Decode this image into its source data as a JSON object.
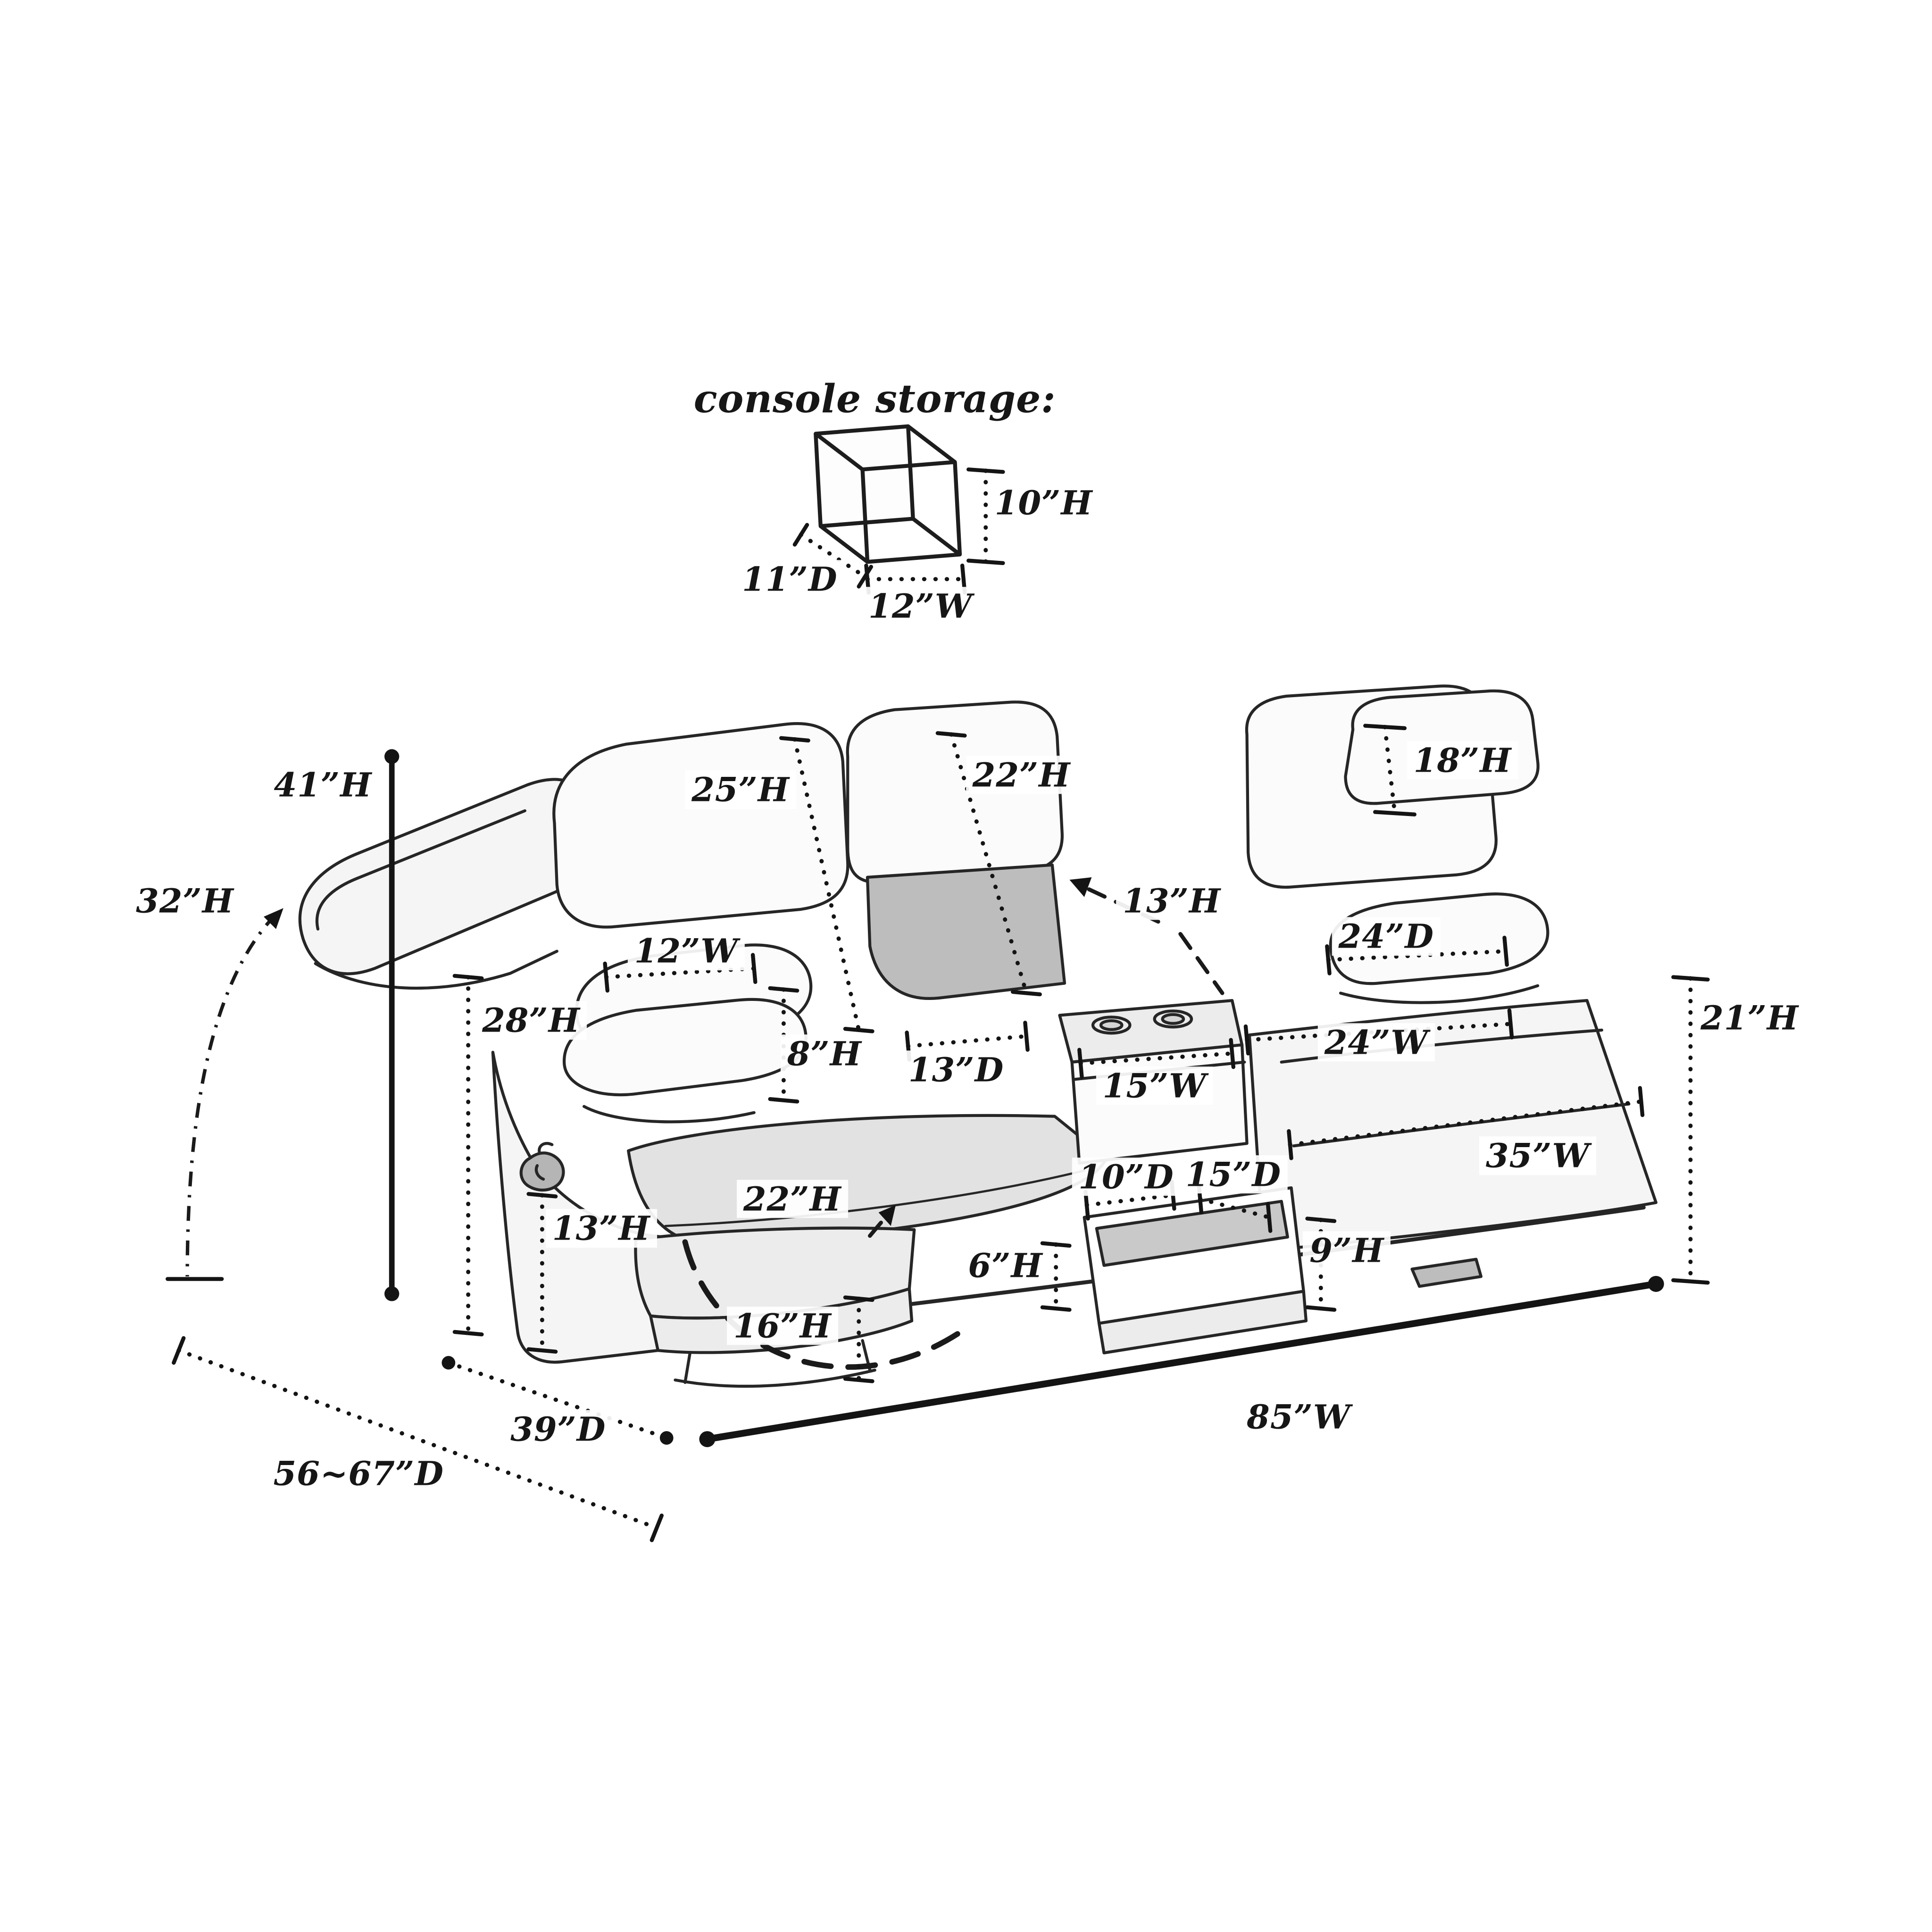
{
  "console_storage": {
    "title": "console storage:",
    "height": "10”H",
    "depth": "11”D",
    "width": "12”W"
  },
  "labels": {
    "overall_height": "41”H",
    "reclined_back_height": "32”H",
    "left_back_height": "25”H",
    "center_back_height": "22”H",
    "headrest_height": "18”H",
    "console_back_height": "13”H",
    "armrest_depth": "24”D",
    "armrest_width": "12”W",
    "armrest_height": "28”H",
    "armrest_pad_height": "8”H",
    "console_top_depth": "13”D",
    "console_width": "15”W",
    "right_seat_width": "24”W",
    "right_back_height": "21”H",
    "right_seat_total_width": "35”W",
    "drawer_depth_front": "10”D",
    "drawer_depth_back": "15”D",
    "seat_height": "22”H",
    "base_height": "13”H",
    "drawer_height": "6”H",
    "storage_compartment_height": "9”H",
    "footrest_height": "16”H",
    "sofa_depth": "39”D",
    "sofa_width": "85”W",
    "reclined_depth": "56~67”D"
  }
}
